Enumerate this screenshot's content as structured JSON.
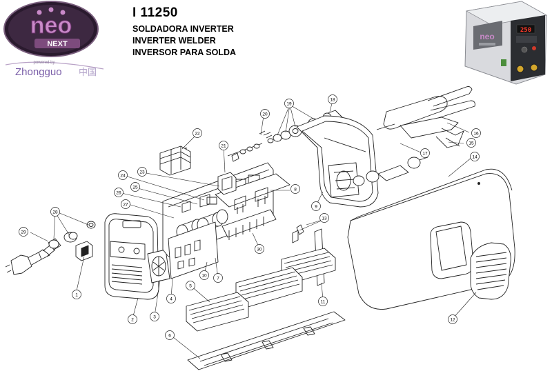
{
  "brand": {
    "logo_text": "neo",
    "logo_sub": "NEXT",
    "powered_by": "powered by",
    "maker": "Zhongguo",
    "maker_cn": "中国"
  },
  "product": {
    "model": "I 11250",
    "desc_es": "SOLDADORA INVERTER",
    "desc_en": "INVERTER WELDER",
    "desc_pt": "INVERSOR PARA SOLDA"
  },
  "photo": {
    "display_value": "250",
    "panel_logo": "neo"
  },
  "parts": [
    {
      "id": "p1",
      "label": "1"
    },
    {
      "id": "p2",
      "label": "2"
    },
    {
      "id": "p3",
      "label": "3"
    },
    {
      "id": "p4",
      "label": "4"
    },
    {
      "id": "p5",
      "label": "5"
    },
    {
      "id": "p6",
      "label": "6"
    },
    {
      "id": "p7",
      "label": "7"
    },
    {
      "id": "p8",
      "label": "8"
    },
    {
      "id": "p9",
      "label": "9"
    },
    {
      "id": "p10",
      "label": "10"
    },
    {
      "id": "p11",
      "label": "11"
    },
    {
      "id": "p12",
      "label": "12"
    },
    {
      "id": "p13",
      "label": "13"
    },
    {
      "id": "p14",
      "label": "14"
    },
    {
      "id": "p15",
      "label": "15"
    },
    {
      "id": "p16",
      "label": "16"
    },
    {
      "id": "p17",
      "label": "17"
    },
    {
      "id": "p18",
      "label": "18"
    },
    {
      "id": "p19",
      "label": "19"
    },
    {
      "id": "p20",
      "label": "20"
    },
    {
      "id": "p21",
      "label": "21"
    },
    {
      "id": "p22",
      "label": "22"
    },
    {
      "id": "p23",
      "label": "23"
    },
    {
      "id": "p24",
      "label": "24"
    },
    {
      "id": "p25",
      "label": "25"
    },
    {
      "id": "p26",
      "label": "26"
    },
    {
      "id": "p27",
      "label": "27"
    },
    {
      "id": "p28",
      "label": "28"
    },
    {
      "id": "p29",
      "label": "29"
    },
    {
      "id": "p30",
      "label": "30"
    }
  ]
}
